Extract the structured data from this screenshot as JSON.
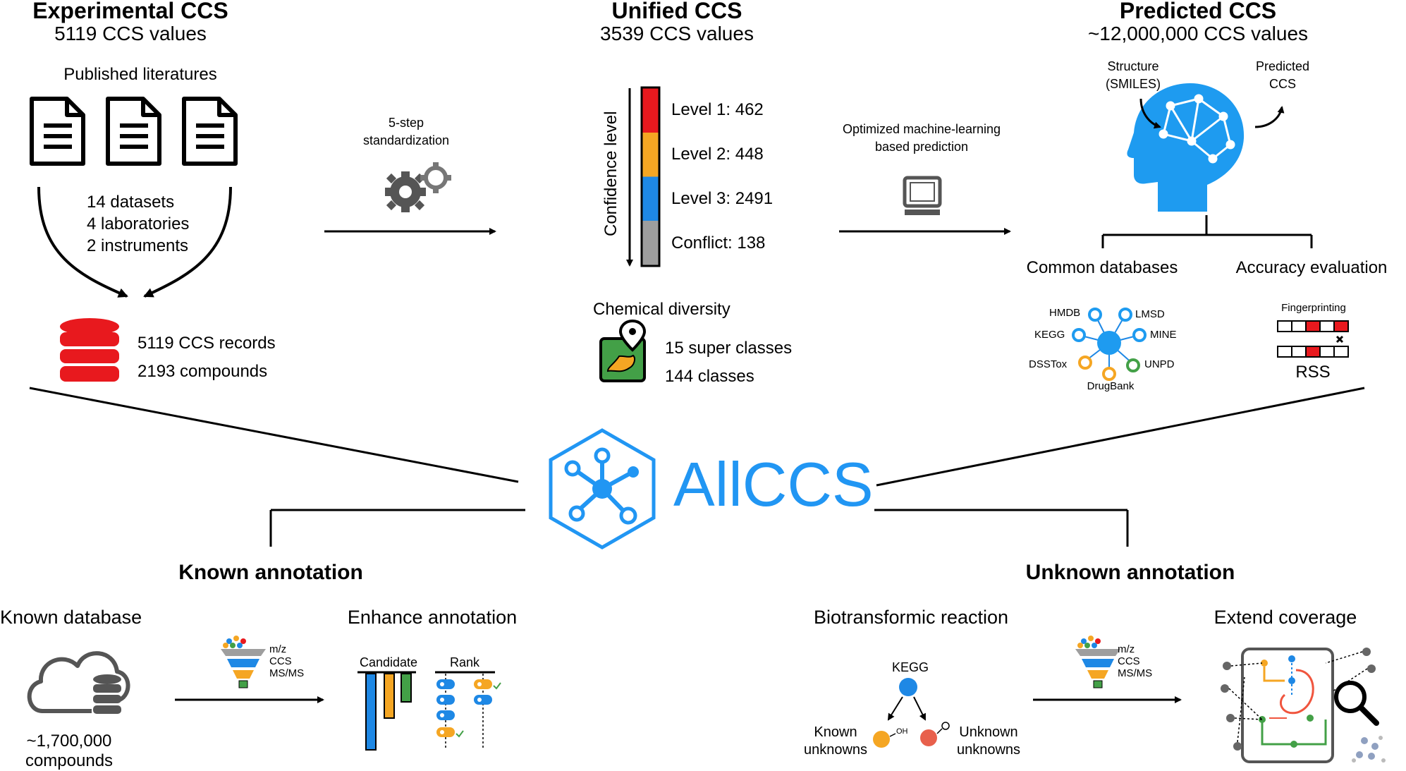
{
  "experimental": {
    "title": "Experimental CCS",
    "subtitle": "5119 CCS values",
    "source_label": "Published literatures",
    "stats": [
      "14 datasets",
      "4 laboratories",
      "2 instruments"
    ],
    "records": "5119 CCS records",
    "compounds": "2193 compounds"
  },
  "standardization": {
    "line1": "5-step",
    "line2": "standardization"
  },
  "unified": {
    "title": "Unified CCS",
    "subtitle": "3539 CCS values",
    "axis_label": "Confidence level",
    "levels": [
      {
        "label": "Level 1: 462",
        "color": "#e8191e"
      },
      {
        "label": "Level 2: 448",
        "color": "#f5a623"
      },
      {
        "label": "Level 3: 2491",
        "color": "#1e88e5"
      },
      {
        "label": "Conflict: 138",
        "color": "#9e9e9e"
      }
    ],
    "diversity_title": "Chemical diversity",
    "super_classes": "15 super classes",
    "classes": "144 classes"
  },
  "ml": {
    "line1": "Optimized machine-learning",
    "line2": "based prediction"
  },
  "predicted": {
    "title": "Predicted CCS",
    "subtitle": "~12,000,000 CCS values",
    "input_line1": "Structure",
    "input_line2": "(SMILES)",
    "output_line1": "Predicted",
    "output_line2": "CCS",
    "common_db": "Common databases",
    "accuracy": "Accuracy evaluation",
    "databases": [
      "HMDB",
      "LMSD",
      "KEGG",
      "MINE",
      "DSSTox",
      "UNPD",
      "DrugBank"
    ],
    "fingerprinting": "Fingerprinting",
    "rss": "RSS"
  },
  "brand": {
    "name": "AllCCS",
    "color": "#2196f3"
  },
  "known": {
    "title": "Known annotation",
    "database": "Known database",
    "compounds_line1": "~1,700,000",
    "compounds_line2": "compounds",
    "filter_labels": [
      "m/z",
      "CCS",
      "MS/MS"
    ],
    "enhance": "Enhance annotation",
    "candidate": "Candidate",
    "rank": "Rank"
  },
  "unknown": {
    "title": "Unknown annotation",
    "reaction": "Biotransformic reaction",
    "kegg": "KEGG",
    "known_unknowns_1": "Known",
    "known_unknowns_2": "unknowns",
    "unknown_unknowns_1": "Unknown",
    "unknown_unknowns_2": "unknowns",
    "oh": "OH",
    "filter_labels": [
      "m/z",
      "CCS",
      "MS/MS"
    ],
    "extend": "Extend coverage"
  }
}
